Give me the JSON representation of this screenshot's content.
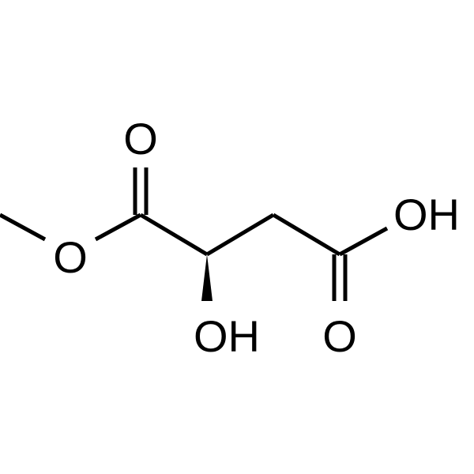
{
  "molecule": {
    "atoms": {
      "ester_o": "O",
      "carbonyl_o_left": "O",
      "hydroxyl": "OH",
      "acid_oh": "OH",
      "carbonyl_o_right": "O"
    },
    "stereo_bond": "wedge"
  },
  "colors": {
    "bond": "#000000",
    "background": "#ffffff"
  }
}
